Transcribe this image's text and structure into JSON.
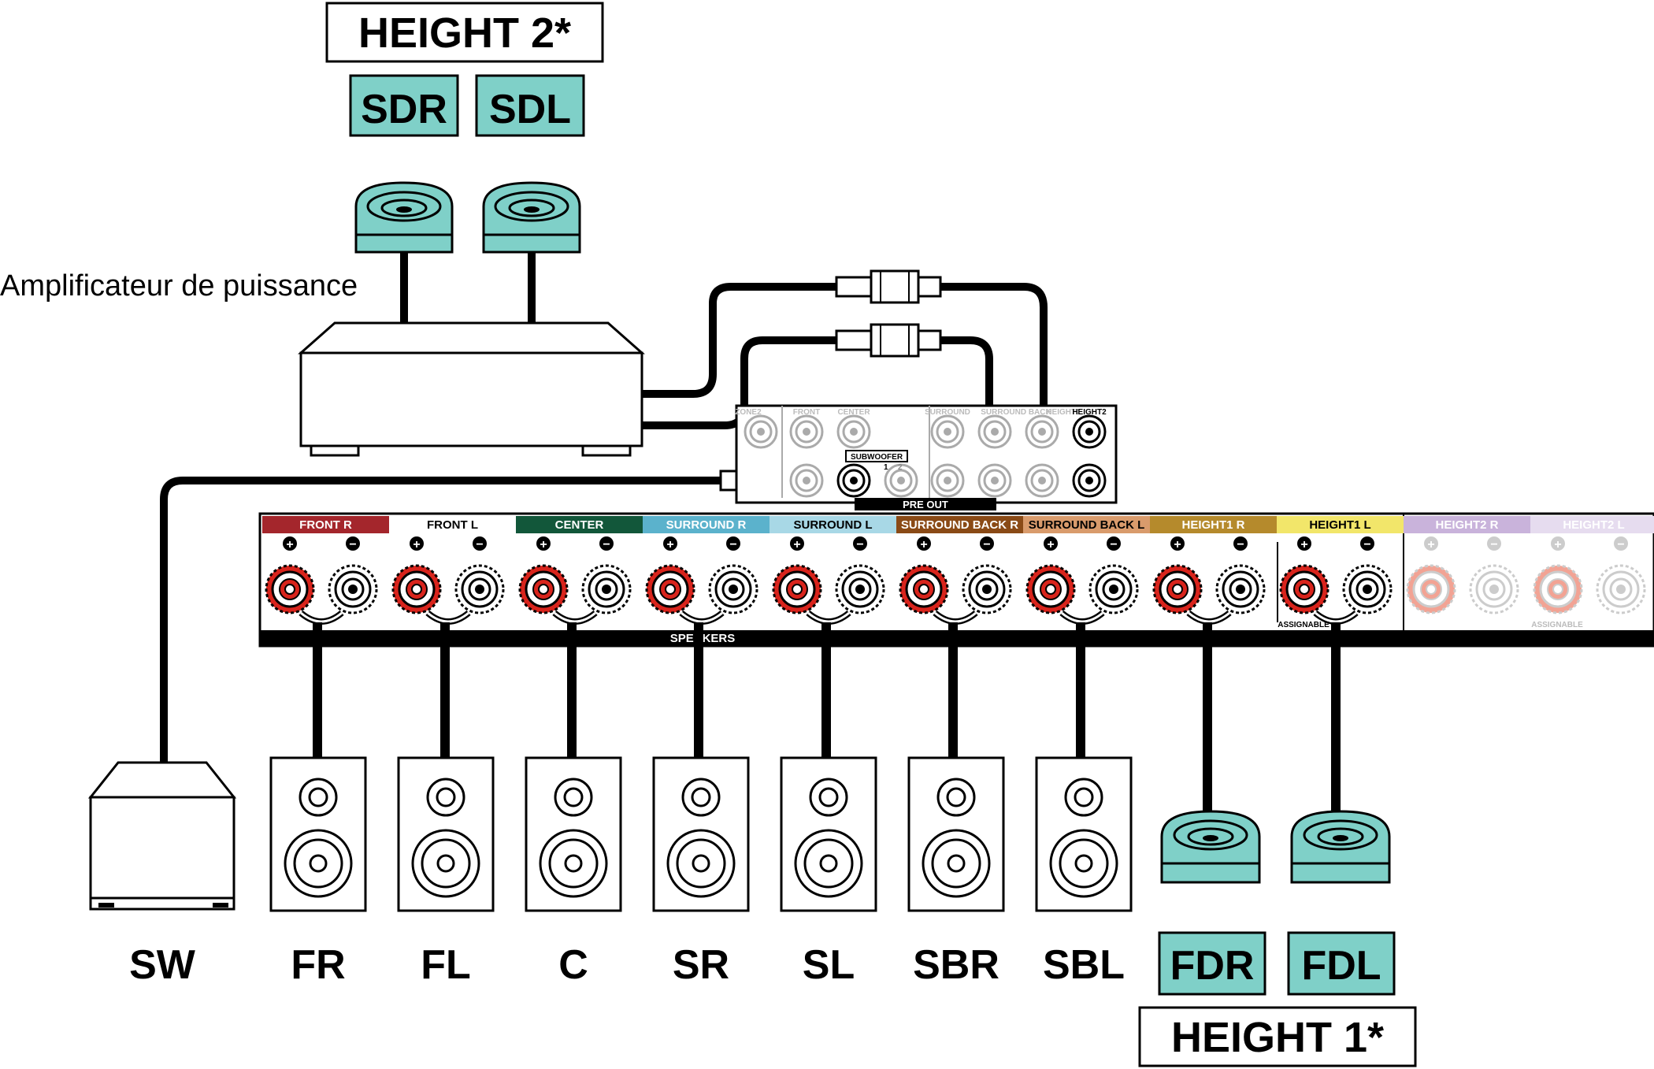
{
  "colors": {
    "accent_teal": "#7fd0c8",
    "front_r": "#a4262c",
    "center": "#12573a",
    "surround_r": "#5bb2cc",
    "surround_l": "#a8d8e6",
    "surround_back_r": "#8a4a16",
    "surround_back_l": "#d99b6c",
    "height1_r": "#b58a2c",
    "height1_l": "#f2e66a",
    "height2_r": "#c9b3db",
    "height2_l": "#e6dcef"
  },
  "height2": {
    "title": "HEIGHT 2",
    "asterisk": "*",
    "labels": [
      "SDR",
      "SDL"
    ]
  },
  "height1": {
    "title": "HEIGHT 1",
    "asterisk": "*",
    "labels": [
      "FDR",
      "FDL"
    ]
  },
  "power_amp_label": "Amplificateur de puissance",
  "bottom_labels": [
    "SW",
    "FR",
    "FL",
    "C",
    "SR",
    "SL",
    "SBR",
    "SBL"
  ],
  "receiver": {
    "channel_labels": [
      {
        "text": "FRONT",
        "side": "R",
        "color": "#a4262c",
        "fg": "#ffffff"
      },
      {
        "text": "FRONT",
        "side": "L",
        "color": "#ffffff",
        "fg": "#000000"
      },
      {
        "text": "CENTER",
        "side": "",
        "color": "#12573a",
        "fg": "#ffffff"
      },
      {
        "text": "SURROUND",
        "side": "R",
        "color": "#5bb2cc",
        "fg": "#ffffff"
      },
      {
        "text": "SURROUND",
        "side": "L",
        "color": "#a8d8e6",
        "fg": "#000000"
      },
      {
        "text": "SURROUND BACK",
        "side": "R",
        "color": "#8a4a16",
        "fg": "#ffffff"
      },
      {
        "text": "SURROUND BACK",
        "side": "L",
        "color": "#d99b6c",
        "fg": "#000000"
      },
      {
        "text": "HEIGHT1",
        "side": "R",
        "color": "#b58a2c",
        "fg": "#ffffff"
      },
      {
        "text": "HEIGHT1",
        "side": "L",
        "color": "#f2e66a",
        "fg": "#000000"
      },
      {
        "text": "HEIGHT2",
        "side": "R",
        "color": "#c9b3db",
        "fg": "#ffffff"
      },
      {
        "text": "HEIGHT2",
        "side": "L",
        "color": "#e6dcef",
        "fg": "#ffffff"
      }
    ],
    "speakers_label": "SPEAKERS",
    "assignable_label": "ASSIGNABLE",
    "preout_label": "PRE OUT",
    "subwoofer_label": "SUBWOOFER",
    "sub_numbers": [
      "1",
      "2"
    ],
    "preout_top_labels": [
      "ZONE2",
      "FRONT",
      "CENTER",
      "SURROUND",
      "SURROUND BACK",
      "HEIGHT1",
      "HEIGHT2"
    ]
  }
}
